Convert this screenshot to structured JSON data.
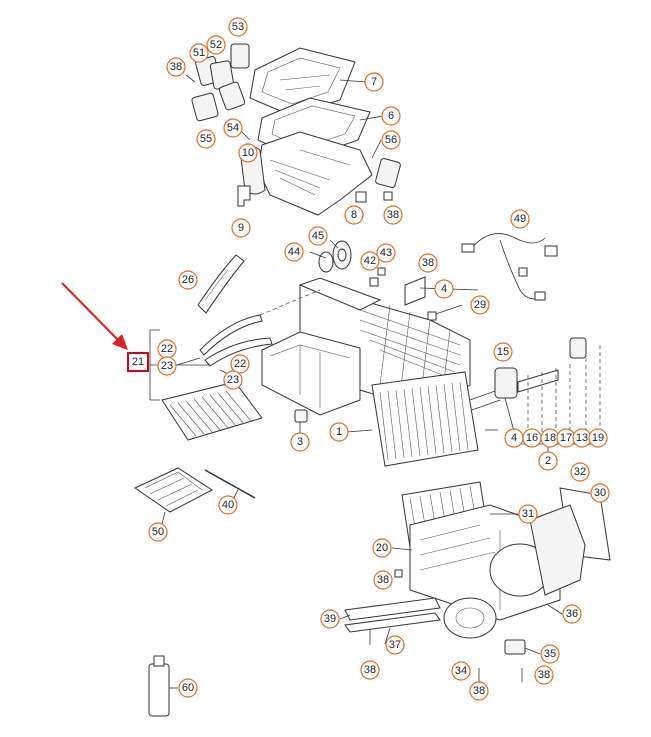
{
  "diagram": {
    "colors": {
      "callout_ring": "#e06b1f",
      "highlight": "#d0021b",
      "arrow": "#e02020",
      "line": "#333333"
    },
    "highlighted_label": "21",
    "labels": [
      "53",
      "52",
      "51",
      "38",
      "7",
      "6",
      "54",
      "55",
      "10",
      "56",
      "8",
      "38",
      "9",
      "49",
      "45",
      "44",
      "43",
      "42",
      "38",
      "26",
      "4",
      "29",
      "22",
      "23",
      "22",
      "23",
      "15",
      "1",
      "3",
      "4",
      "16",
      "18",
      "17",
      "13",
      "19",
      "2",
      "50",
      "40",
      "32",
      "30",
      "31",
      "20",
      "38",
      "36",
      "39",
      "37",
      "38",
      "34",
      "35",
      "38",
      "38",
      "60"
    ]
  }
}
